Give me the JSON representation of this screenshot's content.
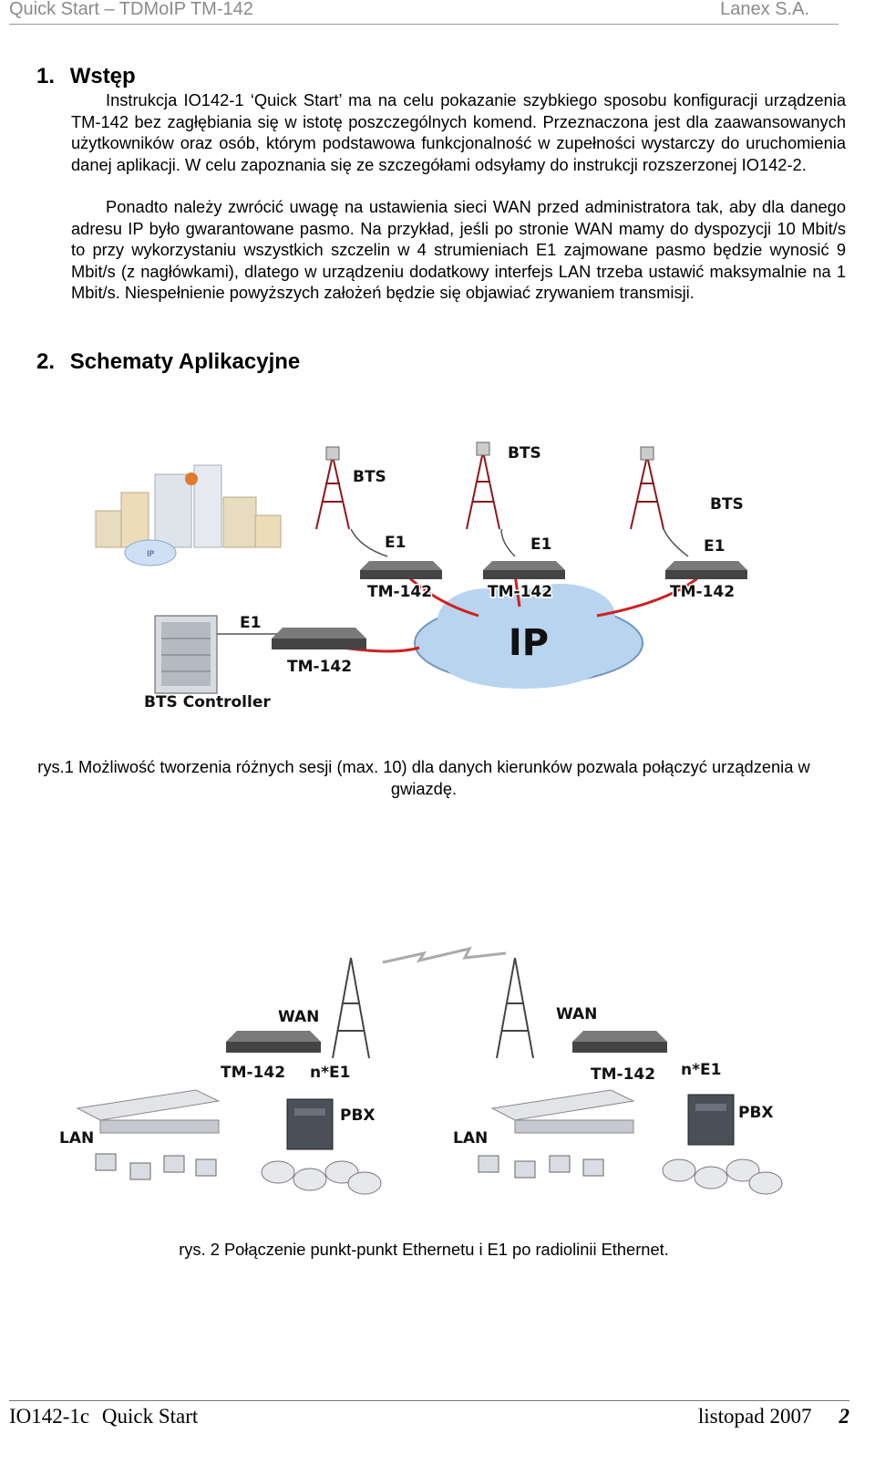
{
  "header": {
    "left": "Quick Start – TDMoIP TM-142",
    "right": "Lanex S.A."
  },
  "section1": {
    "number": "1.",
    "title": "Wstęp",
    "para1": "Instrukcja IO142-1 ‘Quick Start’ ma na celu pokazanie szybkiego sposobu konfiguracji urządzenia TM-142 bez zagłębiania się w istotę poszczególnych komend. Przeznaczona jest dla zaawansowanych użytkowników oraz osób, którym podstawowa funkcjonalność w zupełności wystarczy do uruchomienia danej aplikacji. W celu zapoznania się ze szczegółami odsyłamy do instrukcji rozszerzonej IO142-2.",
    "para2": "Ponadto należy zwrócić uwagę na ustawienia sieci WAN przed administratora tak, aby dla danego adresu IP było gwarantowane pasmo. Na przykład, jeśli po stronie WAN mamy do dyspozycji 10 Mbit/s to przy wykorzystaniu wszystkich szczelin w 4 strumieniach E1 zajmowane pasmo będzie wynosić 9 Mbit/s (z nagłówkami), dlatego w urządzeniu dodatkowy interfejs LAN trzeba ustawić maksymalnie na 1 Mbit/s. Niespełnienie powyższych założeń będzie się objawiać zrywaniem transmisji."
  },
  "section2": {
    "number": "2.",
    "title": "Schematy Aplikacyjne"
  },
  "figure1": {
    "labels": {
      "bts1": "BTS",
      "bts2": "BTS",
      "bts3": "BTS",
      "e1a": "E1",
      "e1b": "E1",
      "e1c": "E1",
      "e1d": "E1",
      "tm1": "TM-142",
      "tm2": "TM-142",
      "tm3": "TM-142",
      "tm4": "TM-142",
      "ip": "IP",
      "cloud_small": "IP",
      "controller": "BTS Controller"
    },
    "caption": "rys.1 Możliwość tworzenia różnych sesji (max. 10) dla danych kierunków pozwala połączyć urządzenia w gwiazdę."
  },
  "figure2": {
    "labels": {
      "wan1": "WAN",
      "wan2": "WAN",
      "tm1": "TM-142",
      "tm2": "TM-142",
      "ne1a": "n*E1",
      "ne1b": "n*E1",
      "pbx1": "PBX",
      "pbx2": "PBX",
      "lan1": "LAN",
      "lan2": "LAN"
    },
    "caption": "rys. 2 Połączenie punkt-punkt Ethernetu i E1 po radiolinii Ethernet."
  },
  "footer": {
    "doc": "IO142-1c",
    "title": "Quick Start",
    "date": "listopad 2007",
    "page": "2"
  }
}
